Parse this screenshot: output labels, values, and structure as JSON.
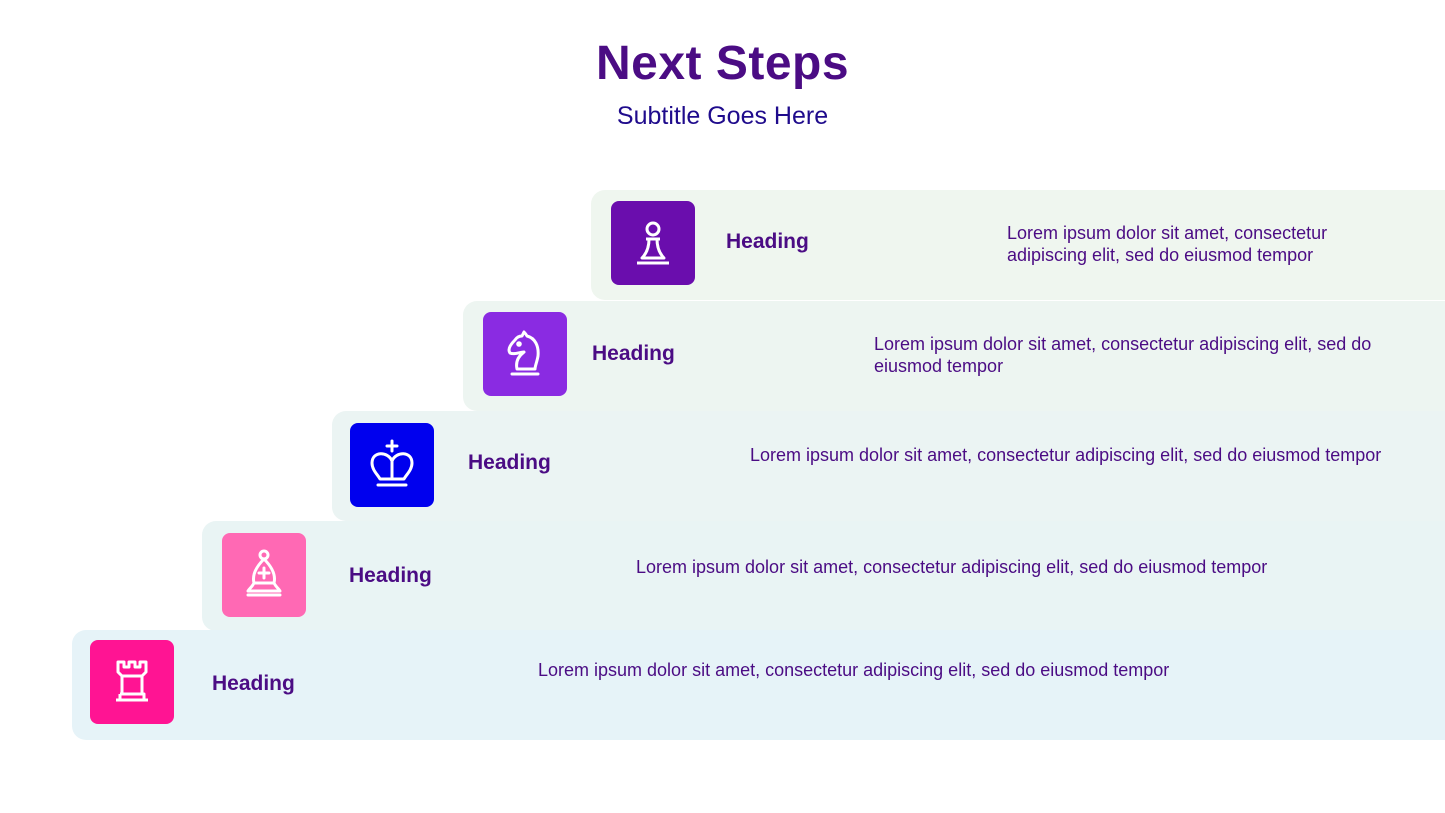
{
  "title": "Next Steps",
  "subtitle": "Subtitle Goes Here",
  "steps": [
    {
      "heading": "Heading",
      "text": "Lorem ipsum dolor sit amet, consectetur adipiscing elit, sed do eiusmod tempor",
      "icon": "chess-pawn-icon",
      "icon_color": "#6A0DAD",
      "band_color": "#EFF6EF"
    },
    {
      "heading": "Heading",
      "text": "Lorem ipsum dolor sit amet, consectetur adipiscing elit, sed do eiusmod tempor",
      "icon": "chess-knight-icon",
      "icon_color": "#8A2BE2",
      "band_color": "#EDF5F1"
    },
    {
      "heading": "Heading",
      "text": "Lorem ipsum dolor sit amet, consectetur adipiscing elit, sed do eiusmod tempor",
      "icon": "chess-king-icon",
      "icon_color": "#0000EE",
      "band_color": "#EBF4F3"
    },
    {
      "heading": "Heading",
      "text": "Lorem ipsum dolor sit amet, consectetur adipiscing elit, sed do eiusmod tempor",
      "icon": "chess-bishop-icon",
      "icon_color": "#FF69B4",
      "band_color": "#E9F4F4"
    },
    {
      "heading": "Heading",
      "text": "Lorem ipsum dolor sit amet, consectetur adipiscing elit, sed do eiusmod tempor",
      "icon": "chess-rook-icon",
      "icon_color": "#FF1493",
      "band_color": "#E6F3F8"
    }
  ]
}
